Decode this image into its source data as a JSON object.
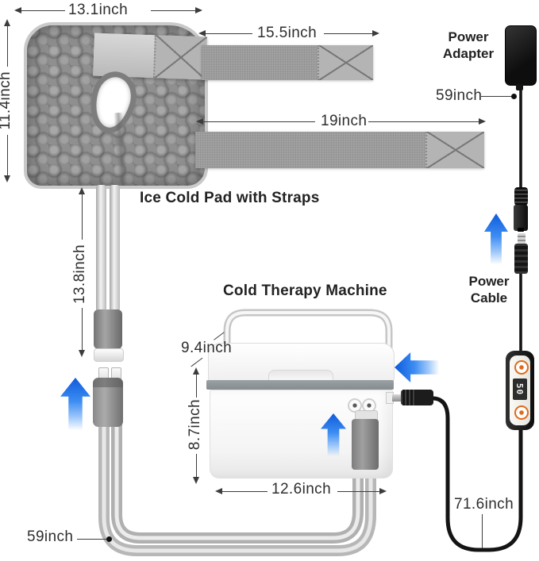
{
  "labels": {
    "ice_pad": "Ice Cold Pad with Straps",
    "machine": "Cold Therapy Machine",
    "power_adapter": "Power Adapter",
    "power_cable": "Power Cable"
  },
  "measurements": {
    "pad_width": "13.1inch",
    "pad_height": "11.4inch",
    "strap_short": "15.5inch",
    "strap_long": "19inch",
    "adapter_cable": "59inch",
    "tube": "13.8inch",
    "machine_depth": "9.4inch",
    "machine_height": "8.7inch",
    "machine_width": "12.6inch",
    "power_cable_total": "71.6inch",
    "hose": "59inch"
  },
  "controller": {
    "display": "50"
  },
  "colors": {
    "arrow_blue": "#2f7fe8",
    "pad_gray": "#8f8f8f",
    "strap_gray": "#9c9c9c",
    "machine_band_gray": "#8f969a",
    "cable_black": "#161616",
    "button_orange": "#e06a1a",
    "text": "#2e2e2e"
  }
}
